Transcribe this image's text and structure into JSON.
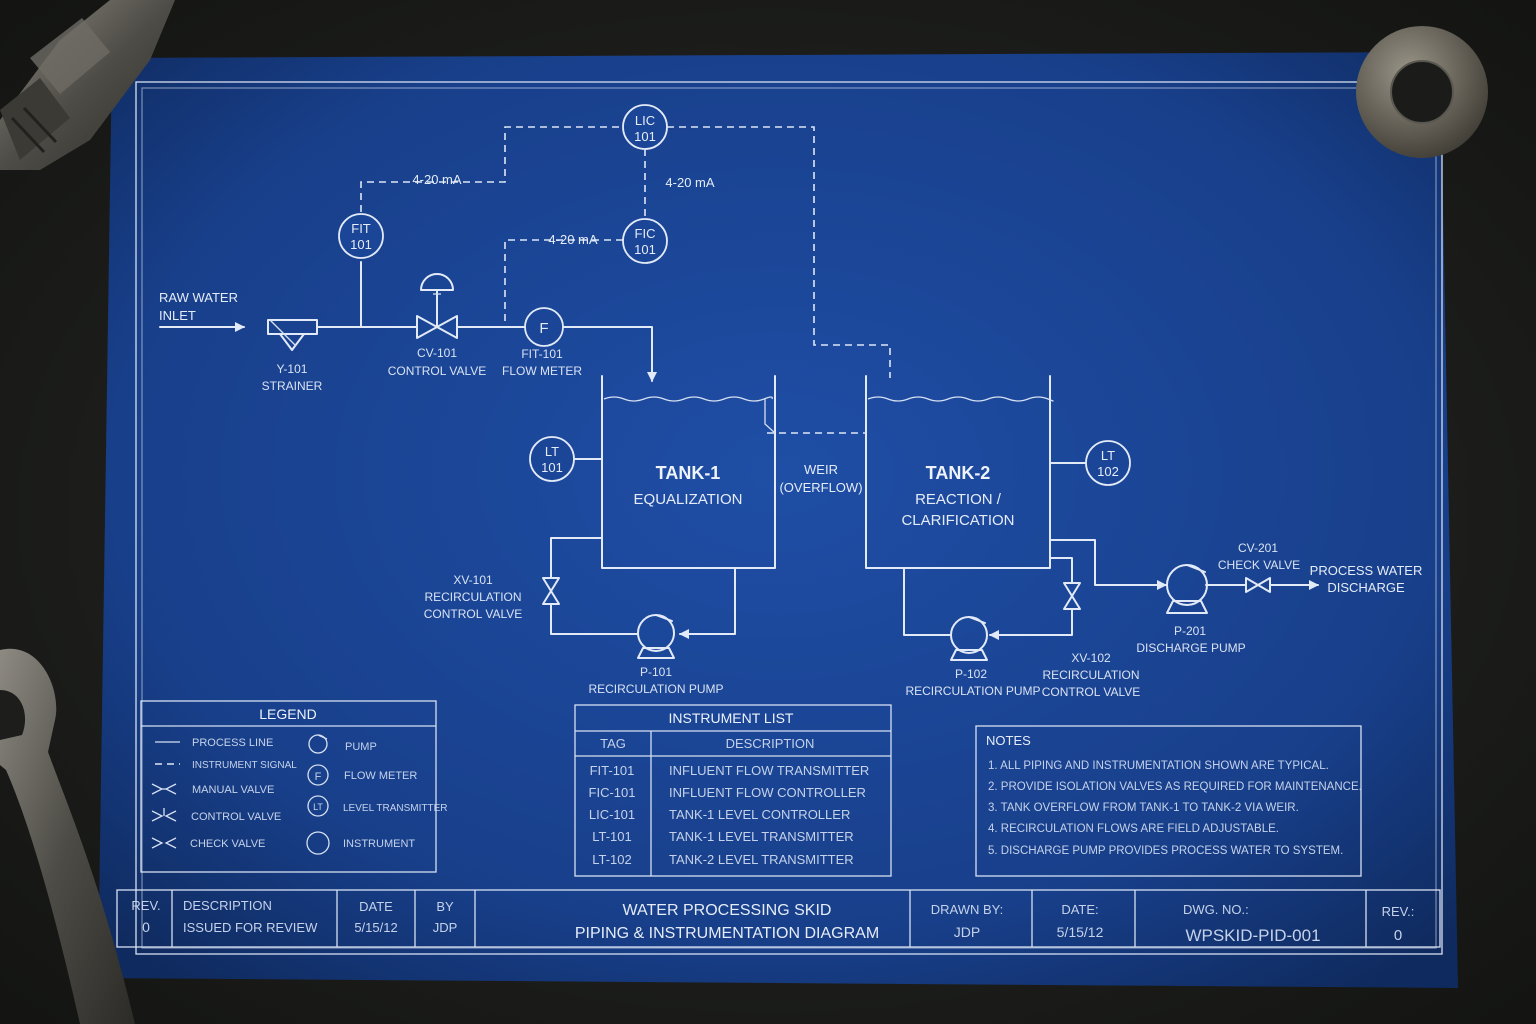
{
  "inlet": {
    "line1": "RAW WATER",
    "line2": "INLET"
  },
  "discharge": {
    "line1": "PROCESS WATER",
    "line2": "DISCHARGE"
  },
  "signals": {
    "s1": "4-20 mA",
    "s2": "4-20 mA",
    "s3": "4-20 mA"
  },
  "instruments": {
    "lic101": {
      "tag": "LIC",
      "num": "101"
    },
    "fit101": {
      "tag": "FIT",
      "num": "101"
    },
    "fic101": {
      "tag": "FIC",
      "num": "101"
    },
    "lt101": {
      "tag": "LT",
      "num": "101"
    },
    "lt102": {
      "tag": "LT",
      "num": "102"
    },
    "flow_symbol": "F"
  },
  "equipment": {
    "strainer": {
      "tag": "Y-101",
      "desc": "STRAINER"
    },
    "control_valve": {
      "tag": "CV-101",
      "desc": "CONTROL VALVE"
    },
    "flow_meter": {
      "tag": "FIT-101",
      "desc": "FLOW METER"
    },
    "tank1": {
      "name": "TANK-1",
      "desc": "EQUALIZATION"
    },
    "tank2": {
      "name": "TANK-2",
      "desc1": "REACTION /",
      "desc2": "CLARIFICATION"
    },
    "weir": {
      "line1": "WEIR",
      "line2": "(OVERFLOW)"
    },
    "xv101": {
      "tag": "XV-101",
      "desc1": "RECIRCULATION",
      "desc2": "CONTROL VALVE"
    },
    "xv102": {
      "tag": "XV-102",
      "desc1": "RECIRCULATION",
      "desc2": "CONTROL VALVE"
    },
    "p101": {
      "tag": "P-101",
      "desc": "RECIRCULATION PUMP"
    },
    "p102": {
      "tag": "P-102",
      "desc": "RECIRCULATION PUMP"
    },
    "p201": {
      "tag": "P-201",
      "desc": "DISCHARGE PUMP"
    },
    "cv201": {
      "tag": "CV-201",
      "desc": "CHECK VALVE"
    }
  },
  "legend": {
    "title": "LEGEND",
    "process_line": "PROCESS LINE",
    "instrument_signal": "INSTRUMENT SIGNAL",
    "manual_valve": "MANUAL VALVE",
    "control_valve": "CONTROL VALVE",
    "check_valve": "CHECK VALVE",
    "pump": "PUMP",
    "flow_meter": "FLOW METER",
    "level_transmitter": "LEVEL TRANSMITTER",
    "instrument": "INSTRUMENT",
    "f_symbol": "F",
    "lt_symbol": "LT"
  },
  "instrument_list": {
    "title": "INSTRUMENT LIST",
    "col_tag": "TAG",
    "col_desc": "DESCRIPTION",
    "rows": [
      {
        "tag": "FIT-101",
        "desc": "INFLUENT FLOW TRANSMITTER"
      },
      {
        "tag": "FIC-101",
        "desc": "INFLUENT FLOW CONTROLLER"
      },
      {
        "tag": "LIC-101",
        "desc": "TANK-1 LEVEL CONTROLLER"
      },
      {
        "tag": "LT-101",
        "desc": "TANK-1 LEVEL TRANSMITTER"
      },
      {
        "tag": "LT-102",
        "desc": "TANK-2 LEVEL TRANSMITTER"
      }
    ]
  },
  "notes": {
    "title": "NOTES",
    "items": [
      "1.  ALL PIPING AND INSTRUMENTATION SHOWN ARE TYPICAL.",
      "2.  PROVIDE ISOLATION VALVES AS REQUIRED FOR MAINTENANCE.",
      "3.  TANK OVERFLOW FROM TANK-1 TO TANK-2 VIA WEIR.",
      "4.  RECIRCULATION FLOWS ARE FIELD ADJUSTABLE.",
      "5.  DISCHARGE PUMP PROVIDES PROCESS WATER TO SYSTEM."
    ]
  },
  "title_block": {
    "rev_label": "REV.",
    "rev_value": "0",
    "desc_label": "DESCRIPTION",
    "desc_value": "ISSUED FOR REVIEW",
    "date_label": "DATE",
    "date_value": "5/15/12",
    "by_label": "BY",
    "by_value": "JDP",
    "title1": "WATER PROCESSING SKID",
    "title2": "PIPING & INSTRUMENTATION DIAGRAM",
    "drawn_label": "DRAWN BY:",
    "drawn_value": "JDP",
    "date2_label": "DATE:",
    "date2_value": "5/15/12",
    "dwg_label": "DWG. NO.:",
    "dwg_value": "WPSKID-PID-001",
    "rev2_label": "REV.:",
    "rev2_value": "0"
  },
  "colors": {
    "paper": "#1b4596",
    "ink": "#e2eaf8",
    "desk": "#1d1e1c"
  }
}
